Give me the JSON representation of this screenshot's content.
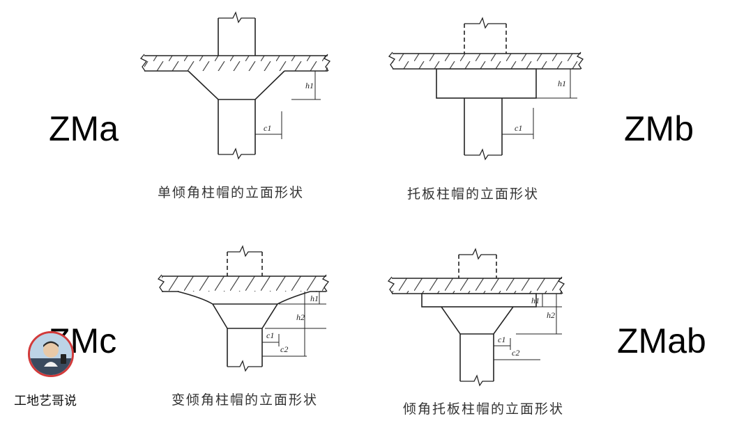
{
  "labels": {
    "zma": "ZMa",
    "zmb": "ZMb",
    "zmc": "ZMc",
    "zmab": "ZMab"
  },
  "captions": {
    "zma": "单倾角柱帽的立面形状",
    "zmb": "托板柱帽的立面形状",
    "zmc": "变倾角柱帽的立面形状",
    "zmab": "倾角托板柱帽的立面形状"
  },
  "dims": {
    "h1": "h1",
    "h2": "h2",
    "c1": "c1",
    "c2": "c2"
  },
  "watermark": {
    "text": "工地艺哥说"
  },
  "icons": {
    "avatar": "avatar-icon"
  }
}
